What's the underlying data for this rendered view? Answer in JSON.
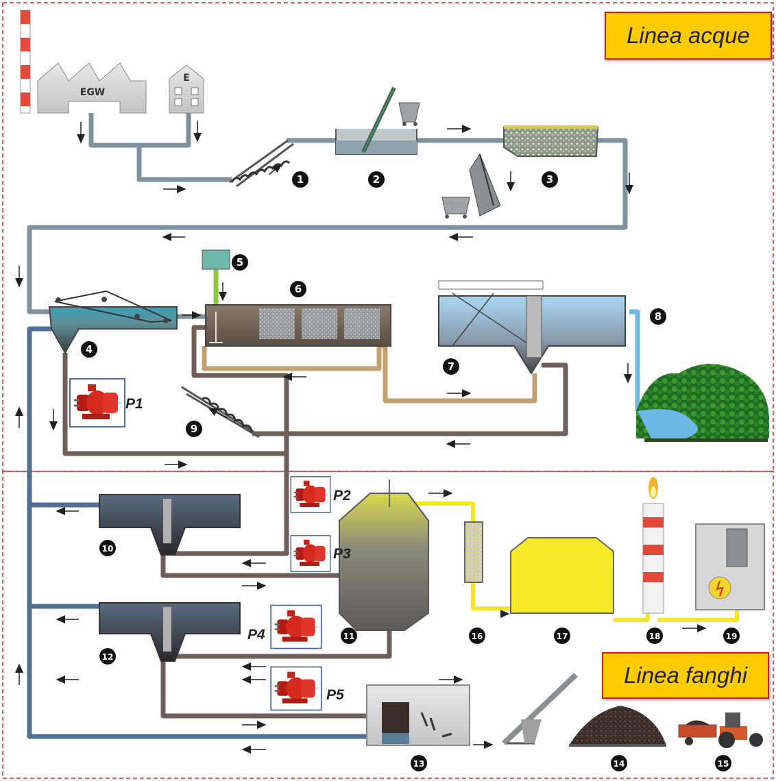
{
  "sections": {
    "water_line": "Linea acque",
    "sludge_line": "Linea fanghi"
  },
  "buildings": {
    "factory": "EGW",
    "house": "E"
  },
  "stations": [
    "1",
    "2",
    "3",
    "4",
    "5",
    "6",
    "7",
    "8",
    "9",
    "10",
    "11",
    "12",
    "13",
    "14",
    "15",
    "16",
    "17",
    "18",
    "19"
  ],
  "pumps": [
    "P1",
    "P2",
    "P3",
    "P4",
    "P5"
  ],
  "colors": {
    "frame_dashed": "#d42a2a",
    "title_fill": "#ffcc00",
    "raw_pipe": "#7f939f",
    "return_pipe": "#4f6f96",
    "sludge_pipe": "#6e5f5a",
    "activated_pipe": "#c4a070",
    "dosing_pipe": "#8dc63f",
    "biogas_pipe": "#f5e52a",
    "clean_water": "#6cb8e6",
    "pump_red": "#d62a1e"
  },
  "icons": [
    "chimney-icon",
    "factory-icon",
    "house-icon",
    "screw-conveyor-icon",
    "screen-icon",
    "skip-container-icon",
    "grit-channel-icon",
    "flotation-tank-icon",
    "dosing-tank-icon",
    "aeration-tank-icon",
    "clarifier-icon",
    "river-forest-icon",
    "thickener-icon",
    "digester-icon",
    "gas-filter-icon",
    "gasometer-icon",
    "flare-stack-icon",
    "generator-icon",
    "dewatering-unit-icon",
    "belt-conveyor-icon",
    "sludge-heap-icon",
    "tractor-trailer-icon",
    "pump-icon",
    "arrow-icon"
  ]
}
